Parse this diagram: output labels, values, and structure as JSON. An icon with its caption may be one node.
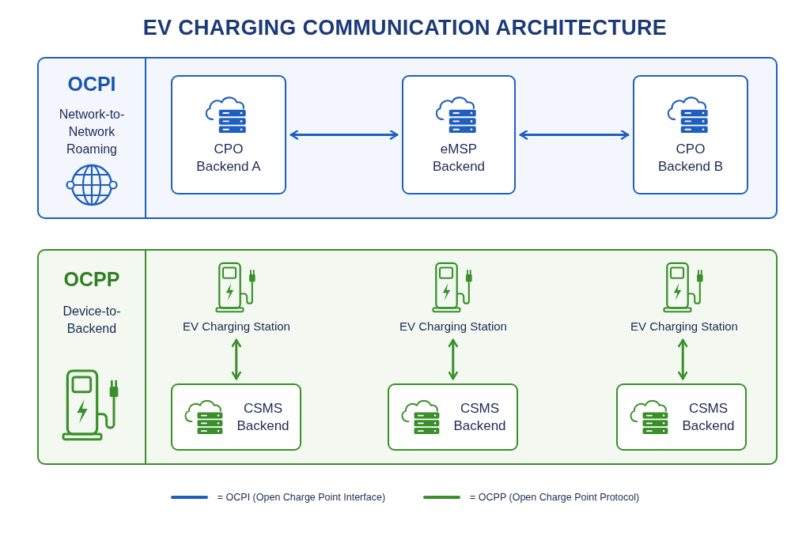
{
  "diagram": {
    "title": "EV CHARGING COMMUNICATION ARCHITECTURE",
    "nodes": [
      {
        "text": [
          "OCPI",
          "Network-to-Network Roaming"
        ]
      },
      {
        "text": [
          "CPO Backend A"
        ],
        "in": 0
      },
      {
        "text": [
          "eMSP Backend"
        ],
        "in": 0
      },
      {
        "text": [
          "CPO Backend B"
        ],
        "in": 0
      },
      {
        "text": [
          "OCPP",
          "Device-to-Backend"
        ]
      },
      {
        "text": [
          "EV Charging Station"
        ],
        "in": 4
      },
      {
        "text": [
          "CSMS Backend"
        ],
        "in": 4
      },
      {
        "text": [
          "EV Charging Station"
        ],
        "in": 4
      },
      {
        "text": [
          "CSMS Backend"
        ],
        "in": 4
      },
      {
        "text": [
          "EV Charging Station"
        ],
        "in": 4
      },
      {
        "text": [
          "CSMS Backend"
        ],
        "in": 4
      }
    ],
    "edges": [
      {
        "from": 1,
        "to": 2,
        "arrow": "both",
        "color": "#1f5fbf"
      },
      {
        "from": 2,
        "to": 3,
        "arrow": "both",
        "color": "#1f5fbf"
      },
      {
        "from": 5,
        "to": 6,
        "arrow": "both",
        "color": "#3a8f2a"
      },
      {
        "from": 7,
        "to": 8,
        "arrow": "both",
        "color": "#3a8f2a"
      },
      {
        "from": 9,
        "to": 10,
        "arrow": "both",
        "color": "#3a8f2a"
      }
    ],
    "legend": [
      {
        "text": "= OCPI (Open Charge Point Interface)"
      },
      {
        "text": "= OCPP (Open Charge Point Protocol)"
      }
    ]
  }
}
